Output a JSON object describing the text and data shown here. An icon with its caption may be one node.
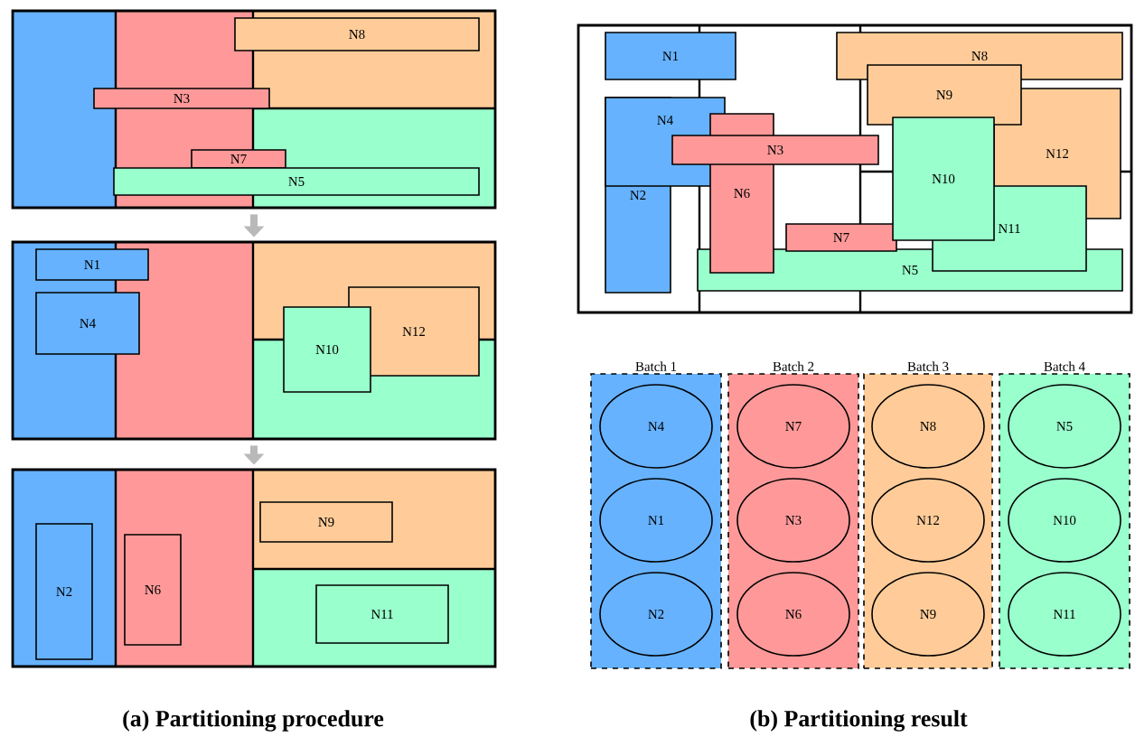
{
  "diagram": {
    "nodes": [
      {
        "text": [],
        "shape": "box"
      },
      {
        "text": [
          "N8"
        ],
        "in": 0
      },
      {
        "text": [
          "N3"
        ],
        "in": 0
      },
      {
        "text": [
          "N7"
        ],
        "in": 0
      },
      {
        "text": [
          "N5"
        ],
        "in": 0
      },
      {
        "text": [],
        "shape": "box"
      },
      {
        "text": [
          "N1"
        ],
        "in": 5
      },
      {
        "text": [
          "N4"
        ],
        "in": 5
      },
      {
        "text": [
          "N12"
        ],
        "in": 5
      },
      {
        "text": [
          "N10"
        ],
        "in": 5
      },
      {
        "text": [],
        "shape": "box"
      },
      {
        "text": [
          "N2"
        ],
        "in": 10
      },
      {
        "text": [
          "N6"
        ],
        "in": 10
      },
      {
        "text": [
          "N9"
        ],
        "in": 10
      },
      {
        "text": [
          "N11"
        ],
        "in": 10
      },
      {
        "text": [],
        "shape": "box"
      },
      {
        "text": [
          "N1"
        ],
        "in": 15
      },
      {
        "text": [
          "N4"
        ],
        "in": 15
      },
      {
        "text": [
          "N2"
        ],
        "in": 15
      },
      {
        "text": [
          "N6"
        ],
        "in": 15
      },
      {
        "text": [
          "N3"
        ],
        "in": 15
      },
      {
        "text": [
          "N8"
        ],
        "in": 15
      },
      {
        "text": [
          "N9"
        ],
        "in": 15
      },
      {
        "text": [
          "N12"
        ],
        "in": 15
      },
      {
        "text": [
          "N10"
        ],
        "in": 15
      },
      {
        "text": [
          "N11"
        ],
        "in": 15
      },
      {
        "text": [
          "N7"
        ],
        "in": 15
      },
      {
        "text": [
          "N5"
        ],
        "in": 15
      },
      {
        "text": [
          "Batch 1"
        ]
      },
      {
        "text": [
          "N4"
        ],
        "in": 28
      },
      {
        "text": [
          "N1"
        ],
        "in": 28
      },
      {
        "text": [
          "N2"
        ],
        "in": 28
      },
      {
        "text": [
          "Batch 2"
        ]
      },
      {
        "text": [
          "N7"
        ],
        "in": 32
      },
      {
        "text": [
          "N3"
        ],
        "in": 32
      },
      {
        "text": [
          "N6"
        ],
        "in": 32
      },
      {
        "text": [
          "Batch 3"
        ]
      },
      {
        "text": [
          "N8"
        ],
        "in": 36
      },
      {
        "text": [
          "N12"
        ],
        "in": 36
      },
      {
        "text": [
          "N9"
        ],
        "in": 36
      },
      {
        "text": [
          "Batch 4"
        ]
      },
      {
        "text": [
          "N5"
        ],
        "in": 40
      },
      {
        "text": [
          "N10"
        ],
        "in": 40
      },
      {
        "text": [
          "N11"
        ],
        "in": 40
      }
    ],
    "edges": [
      {
        "from": 0,
        "to": 5,
        "arrow": "to"
      },
      {
        "from": 5,
        "to": 10,
        "arrow": "to"
      }
    ],
    "labels": [
      "(a) Partitioning procedure",
      "(b) Partitioning result"
    ]
  }
}
